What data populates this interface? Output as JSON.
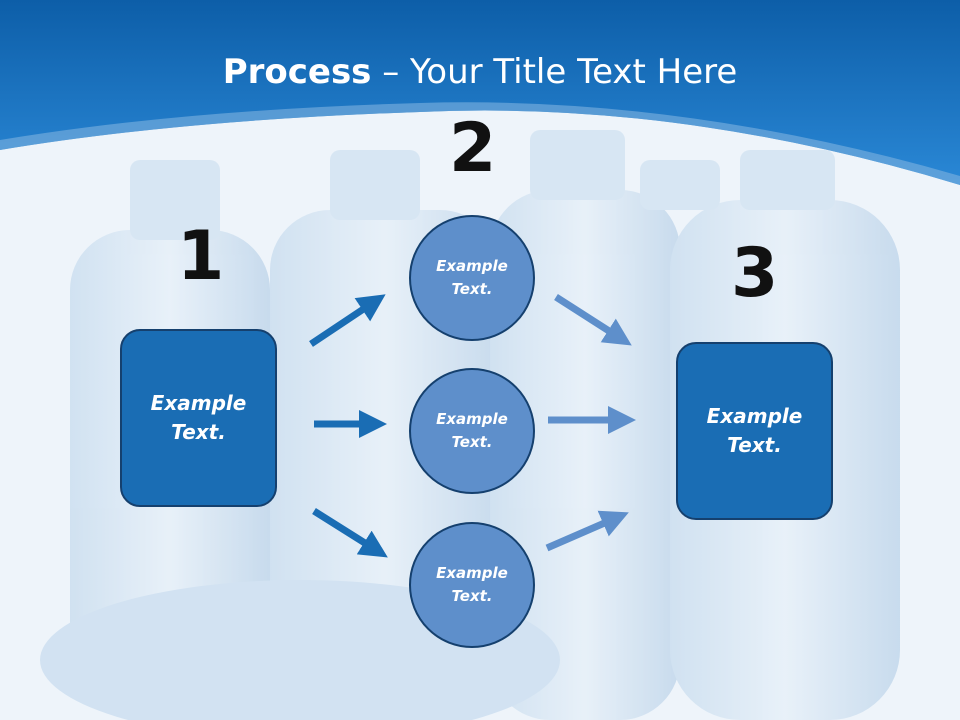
{
  "slide": {
    "title_bold": "Process",
    "title_rest": " – Your Title Text Here"
  },
  "steps": {
    "one": {
      "number": "1",
      "text": "Example Text."
    },
    "two": {
      "number": "2",
      "circles": [
        {
          "text": "Example Text."
        },
        {
          "text": "Example Text."
        },
        {
          "text": "Example Text."
        }
      ]
    },
    "three": {
      "number": "3",
      "text": "Example Text."
    }
  },
  "colors": {
    "header": "#1f78c8",
    "box_fill": "#1a6db4",
    "circle_fill": "#5e8fcb",
    "arrow_dark": "#1a6db4",
    "arrow_light": "#5e8fcb"
  }
}
